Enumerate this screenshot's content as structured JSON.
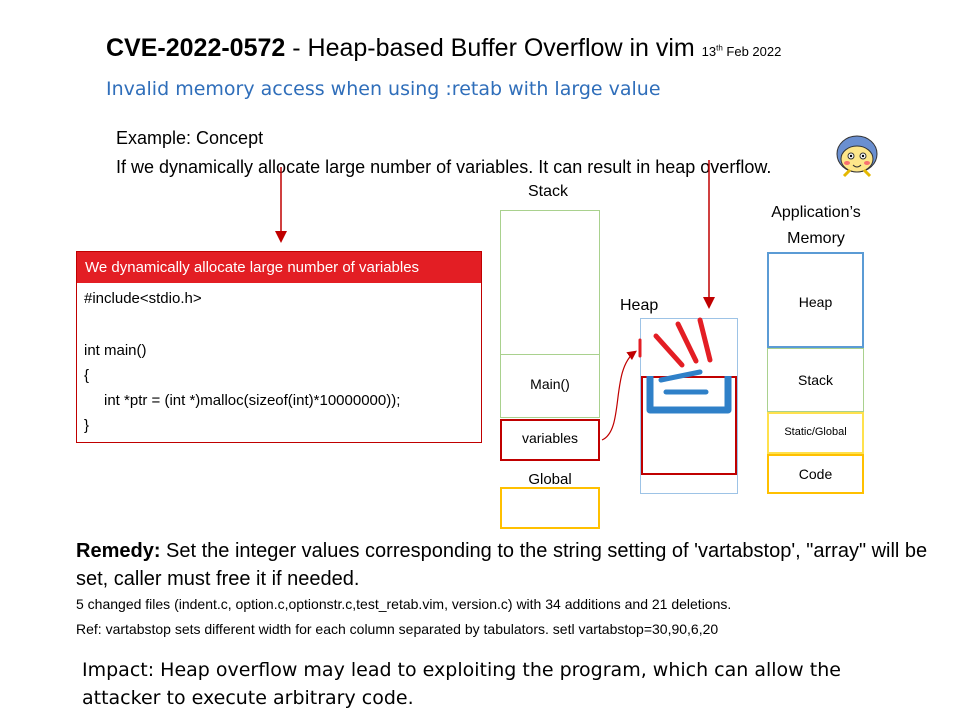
{
  "title": {
    "cve": "CVE-2022-0572",
    "rest": " - Heap-based Buffer Overflow in vim ",
    "date_day": "13",
    "date_sup": "th",
    "date_rest": " Feb 2022"
  },
  "subtitle": "Invalid memory access when using :retab with large value",
  "example": {
    "heading": "Example: Concept",
    "text": "If we dynamically  allocate large number of variables. It can result in heap overflow."
  },
  "code_box": {
    "header": "We dynamically allocate large number of variables",
    "lines": [
      "#include<stdio.h>",
      "int main()",
      "{",
      "int *ptr = (int *)malloc(sizeof(int)*10000000));",
      "}"
    ]
  },
  "stack_diagram": {
    "stack_label": "Stack",
    "main_label": "Main()",
    "variables_label": "variables",
    "global_label": "Global",
    "heap_label": "Heap"
  },
  "memory_diagram": {
    "title_line1": "Application’s",
    "title_line2": "Memory",
    "segments": [
      "Heap",
      "Stack",
      "Static/Global",
      "Code"
    ]
  },
  "remedy": {
    "label": "Remedy:",
    "text": " Set the integer values corresponding to the string setting of 'vartabstop', \"array\" will be set, caller must free it if needed."
  },
  "changes": "5 changed files (indent.c, option.c,optionstr.c,test_retab.vim,  version.c) with  34 additions and 21 deletions.",
  "ref": "Ref: vartabstop sets different width for each column separated by tabulators. setl vartabstop=30,90,6,20",
  "impact": "Impact: Heap overflow may lead to exploiting the program, which can allow the attacker to execute arbitrary code.",
  "colors": {
    "accent_red": "#e31e24",
    "subtitle_blue": "#2f6eba",
    "stack_green": "#a9d18e",
    "heap_blue": "#9dc3e6",
    "global_yellow": "#ffc000"
  }
}
